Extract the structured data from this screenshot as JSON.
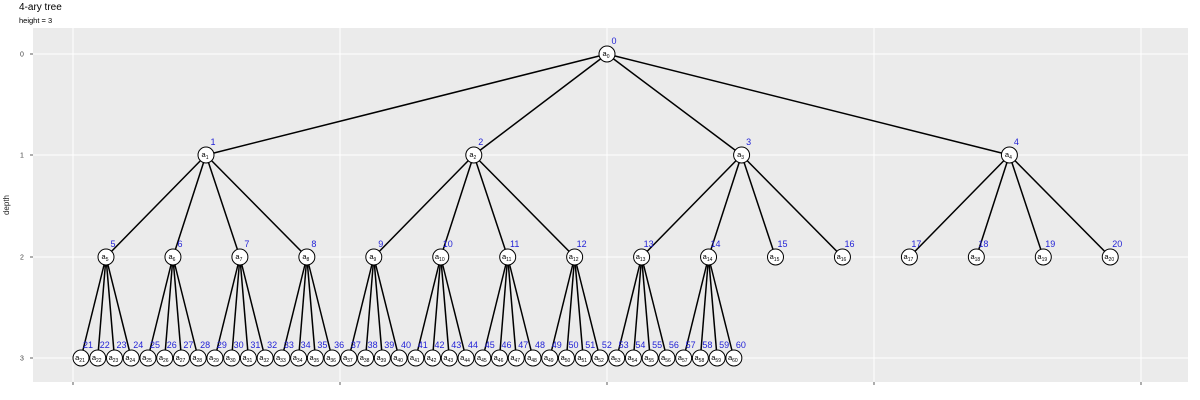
{
  "title": "4-ary tree",
  "subtitle": "height = 3",
  "axis": {
    "ylabel": "depth",
    "depth_ticks": [
      "0",
      "1",
      "2",
      "3"
    ]
  },
  "colors": {
    "panel": "#ebebeb",
    "grid": "#ffffff",
    "edge": "#000000",
    "index_text": "#0000ff"
  },
  "chart_data": {
    "type": "tree",
    "arity": 4,
    "height": 3,
    "node_prefix": "a",
    "levels": [
      {
        "depth": 0,
        "nodes": [
          0
        ]
      },
      {
        "depth": 1,
        "nodes": [
          1,
          2,
          3,
          4
        ]
      },
      {
        "depth": 2,
        "nodes": [
          5,
          6,
          7,
          8,
          9,
          10,
          11,
          12,
          13,
          14,
          15,
          16,
          17,
          18,
          19,
          20
        ]
      },
      {
        "depth": 3,
        "nodes": [
          21,
          22,
          23,
          24,
          25,
          26,
          27,
          28,
          29,
          30,
          31,
          32,
          33,
          34,
          35,
          36,
          37,
          38,
          39,
          40,
          41,
          42,
          43,
          44,
          45,
          46,
          47,
          48,
          49,
          50,
          51,
          52,
          53,
          54,
          55,
          56,
          57,
          58,
          59,
          60
        ]
      }
    ],
    "edges": [
      [
        0,
        1
      ],
      [
        0,
        2
      ],
      [
        0,
        3
      ],
      [
        0,
        4
      ],
      [
        1,
        5
      ],
      [
        1,
        6
      ],
      [
        1,
        7
      ],
      [
        1,
        8
      ],
      [
        2,
        9
      ],
      [
        2,
        10
      ],
      [
        2,
        11
      ],
      [
        2,
        12
      ],
      [
        3,
        13
      ],
      [
        3,
        14
      ],
      [
        3,
        15
      ],
      [
        3,
        16
      ],
      [
        4,
        17
      ],
      [
        4,
        18
      ],
      [
        4,
        19
      ],
      [
        4,
        20
      ],
      [
        5,
        21
      ],
      [
        5,
        22
      ],
      [
        5,
        23
      ],
      [
        5,
        24
      ],
      [
        6,
        25
      ],
      [
        6,
        26
      ],
      [
        6,
        27
      ],
      [
        6,
        28
      ],
      [
        7,
        29
      ],
      [
        7,
        30
      ],
      [
        7,
        31
      ],
      [
        7,
        32
      ],
      [
        8,
        33
      ],
      [
        8,
        34
      ],
      [
        8,
        35
      ],
      [
        8,
        36
      ],
      [
        9,
        37
      ],
      [
        9,
        38
      ],
      [
        9,
        39
      ],
      [
        9,
        40
      ],
      [
        10,
        41
      ],
      [
        10,
        42
      ],
      [
        10,
        43
      ],
      [
        10,
        44
      ],
      [
        11,
        45
      ],
      [
        11,
        46
      ],
      [
        11,
        47
      ],
      [
        11,
        48
      ],
      [
        12,
        49
      ],
      [
        12,
        50
      ],
      [
        12,
        51
      ],
      [
        12,
        52
      ],
      [
        13,
        53
      ],
      [
        13,
        54
      ],
      [
        13,
        55
      ],
      [
        13,
        56
      ],
      [
        14,
        57
      ],
      [
        14,
        58
      ],
      [
        14,
        59
      ],
      [
        14,
        60
      ]
    ]
  }
}
